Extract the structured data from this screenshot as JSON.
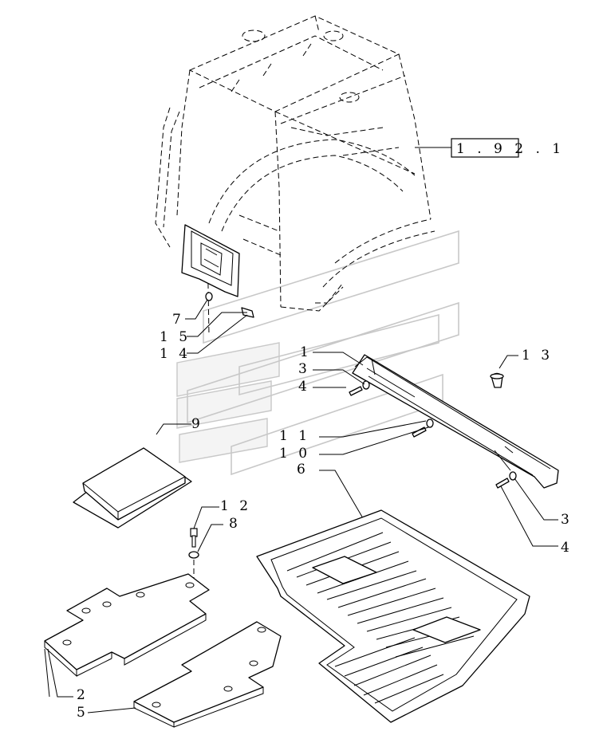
{
  "reference": {
    "label": "1.92.1",
    "text": "1 . 9 2 . 1"
  },
  "callouts": [
    {
      "id": "1",
      "text": "1"
    },
    {
      "id": "2",
      "text": "2"
    },
    {
      "id": "3a",
      "text": "3"
    },
    {
      "id": "3b",
      "text": "3"
    },
    {
      "id": "4a",
      "text": "4"
    },
    {
      "id": "4b",
      "text": "4"
    },
    {
      "id": "5",
      "text": "5"
    },
    {
      "id": "6",
      "text": "6"
    },
    {
      "id": "7",
      "text": "7"
    },
    {
      "id": "8",
      "text": "8"
    },
    {
      "id": "9",
      "text": "9"
    },
    {
      "id": "10",
      "text": "1 0"
    },
    {
      "id": "11",
      "text": "1 1"
    },
    {
      "id": "12",
      "text": "1 2"
    },
    {
      "id": "13",
      "text": "1 3"
    },
    {
      "id": "14",
      "text": "1 4"
    },
    {
      "id": "15",
      "text": "1 5"
    }
  ]
}
